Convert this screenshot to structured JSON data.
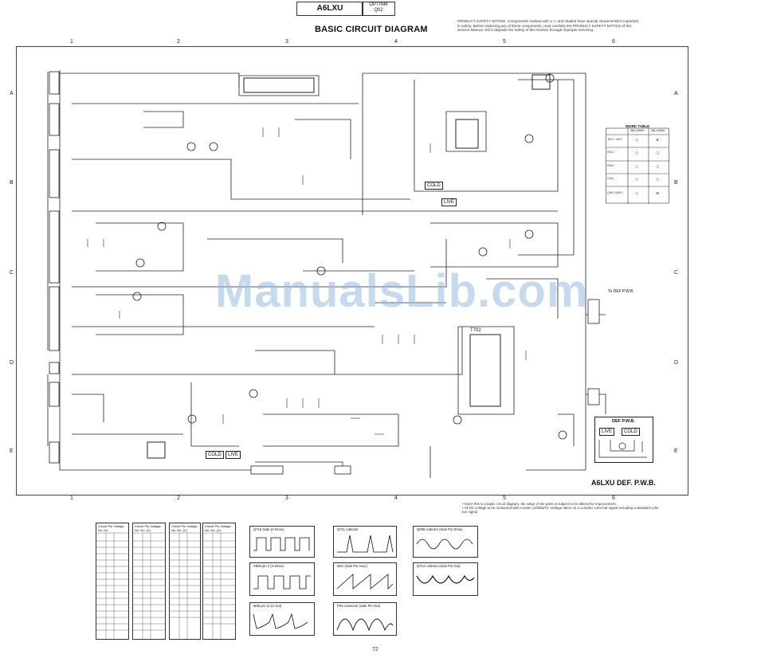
{
  "header": {
    "model": "A6LXU",
    "option": "OPT/NM\nQ02",
    "title": "BASIC CIRCUIT DIAGRAM",
    "safety_notice": "PRODUCT SAFETY NOTICE: Components marked with a ⚠ and shaded have special characteristics important to safety. Before replacing any of these components, read carefully the PRODUCT SAFETY NOTICE of this Service Manual. Don't degrade the safety of the receiver through improper servicing."
  },
  "grid": {
    "columns": [
      "1",
      "2",
      "3",
      "4",
      "5",
      "6"
    ],
    "rows": [
      "A",
      "B",
      "C",
      "D",
      "E"
    ]
  },
  "labels": {
    "cold_1": "COLD",
    "live_1": "LIVE",
    "cold_2": "COLD",
    "live_2": "LIVE",
    "t702": "T702",
    "to_def": "To DEF P.W.B.",
    "def_pwb": "DEF P.W.B.",
    "def_cold": "COLD",
    "def_live": "LIVE",
    "board_name": "A6LXU DEF. P.W.B."
  },
  "work_table": {
    "title": "WORK TABLE",
    "columns": [
      "25LX3000",
      "25LX3050"
    ],
    "rows": [
      {
        "label": "J610 / J612",
        "col1": "○",
        "col2": "×"
      },
      {
        "label": "R612",
        "col1": "○",
        "col2": "○"
      },
      {
        "label": "R614",
        "col1": "○",
        "col2": "○"
      },
      {
        "label": "C611",
        "col1": "○",
        "col2": "○"
      },
      {
        "label": "Q602 Q603",
        "col1": "○",
        "col2": "×"
      }
    ]
  },
  "voltage_tables": [
    {
      "caption": "Circuit Pin Voltage No. No."
    },
    {
      "caption": "Circuit Pin Voltage No. No. (V)"
    },
    {
      "caption": "Circuit Pin Voltage No. No. (V)"
    },
    {
      "caption": "Circuit Pin Voltage No. No. (V)"
    }
  ],
  "waveforms": [
    {
      "caption": "Q715 Gate (H Drive)"
    },
    {
      "caption": "Q711 collector"
    },
    {
      "caption": "Q808 collector (Side Pin Drive)"
    },
    {
      "caption": "X605 pin 2 (H Drive)"
    },
    {
      "caption": "I601 (Side Pin Amp.)"
    },
    {
      "caption": "Q714 collector (Side Pin Out)"
    },
    {
      "caption": "I605 pin 13 (V Out)"
    },
    {
      "caption": "PIN connector (Side Pin Out)"
    }
  ],
  "notes": "• Since this is a basic circuit diagram, the value of the parts is subject to be altered for improvement.\n• All DC voltage to be measured with a tester (100kΩ/V). Voltage taken on a complex color bar signal including a standard color bar signal.",
  "watermark": "ManualsLib.com",
  "page_number": "72",
  "colors": {
    "ink": "#111111",
    "watermark": "#96b9e1",
    "frame": "#444444"
  }
}
